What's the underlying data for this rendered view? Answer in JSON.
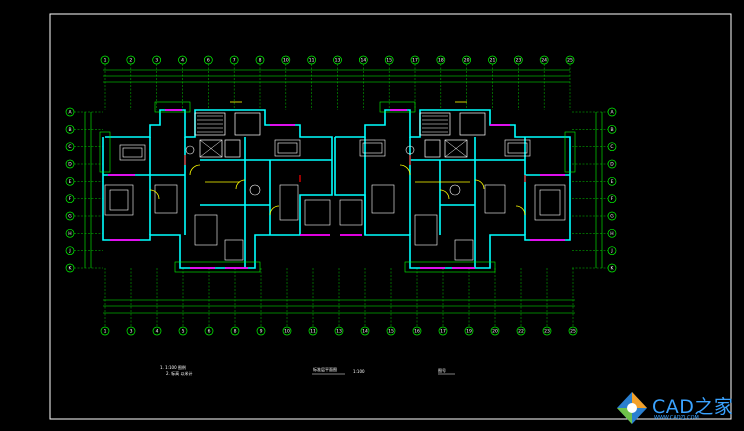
{
  "colors": {
    "background": "#000000",
    "frame": "#ffffff",
    "axis": "#00ff00",
    "wall": "#00ffff",
    "door": "#ffff00",
    "furniture": "#ffffff",
    "window": "#ff00ff",
    "accent_red": "#ff0000",
    "text": "#ffffff",
    "brand": "#3aa3ff"
  },
  "top_axis_labels": [
    "1",
    "2",
    "3",
    "4",
    "6",
    "7",
    "8",
    "10",
    "11",
    "13",
    "14",
    "15",
    "17",
    "18",
    "20",
    "21",
    "23",
    "24",
    "25"
  ],
  "bottom_axis_labels": [
    "1",
    "3",
    "4",
    "5",
    "6",
    "8",
    "9",
    "10",
    "11",
    "13",
    "14",
    "15",
    "16",
    "17",
    "19",
    "20",
    "22",
    "23",
    "25"
  ],
  "left_axis_labels": [
    "A",
    "B",
    "C",
    "D",
    "E",
    "F",
    "G",
    "H",
    "J",
    "K"
  ],
  "right_axis_labels": [
    "A",
    "B",
    "C",
    "D",
    "E",
    "F",
    "G",
    "H",
    "J",
    "K"
  ],
  "notes": {
    "legend_line1": "1. 1:100 图例",
    "legend_line2": "2. 标高 以米计",
    "plan_title": "标准层平面图",
    "plan_scale": "1:100",
    "stamp": "图号"
  },
  "watermark": {
    "brand": "CAD之家",
    "url": "WWW.CADZJ.COM",
    "icon": "cad-logo-icon"
  }
}
